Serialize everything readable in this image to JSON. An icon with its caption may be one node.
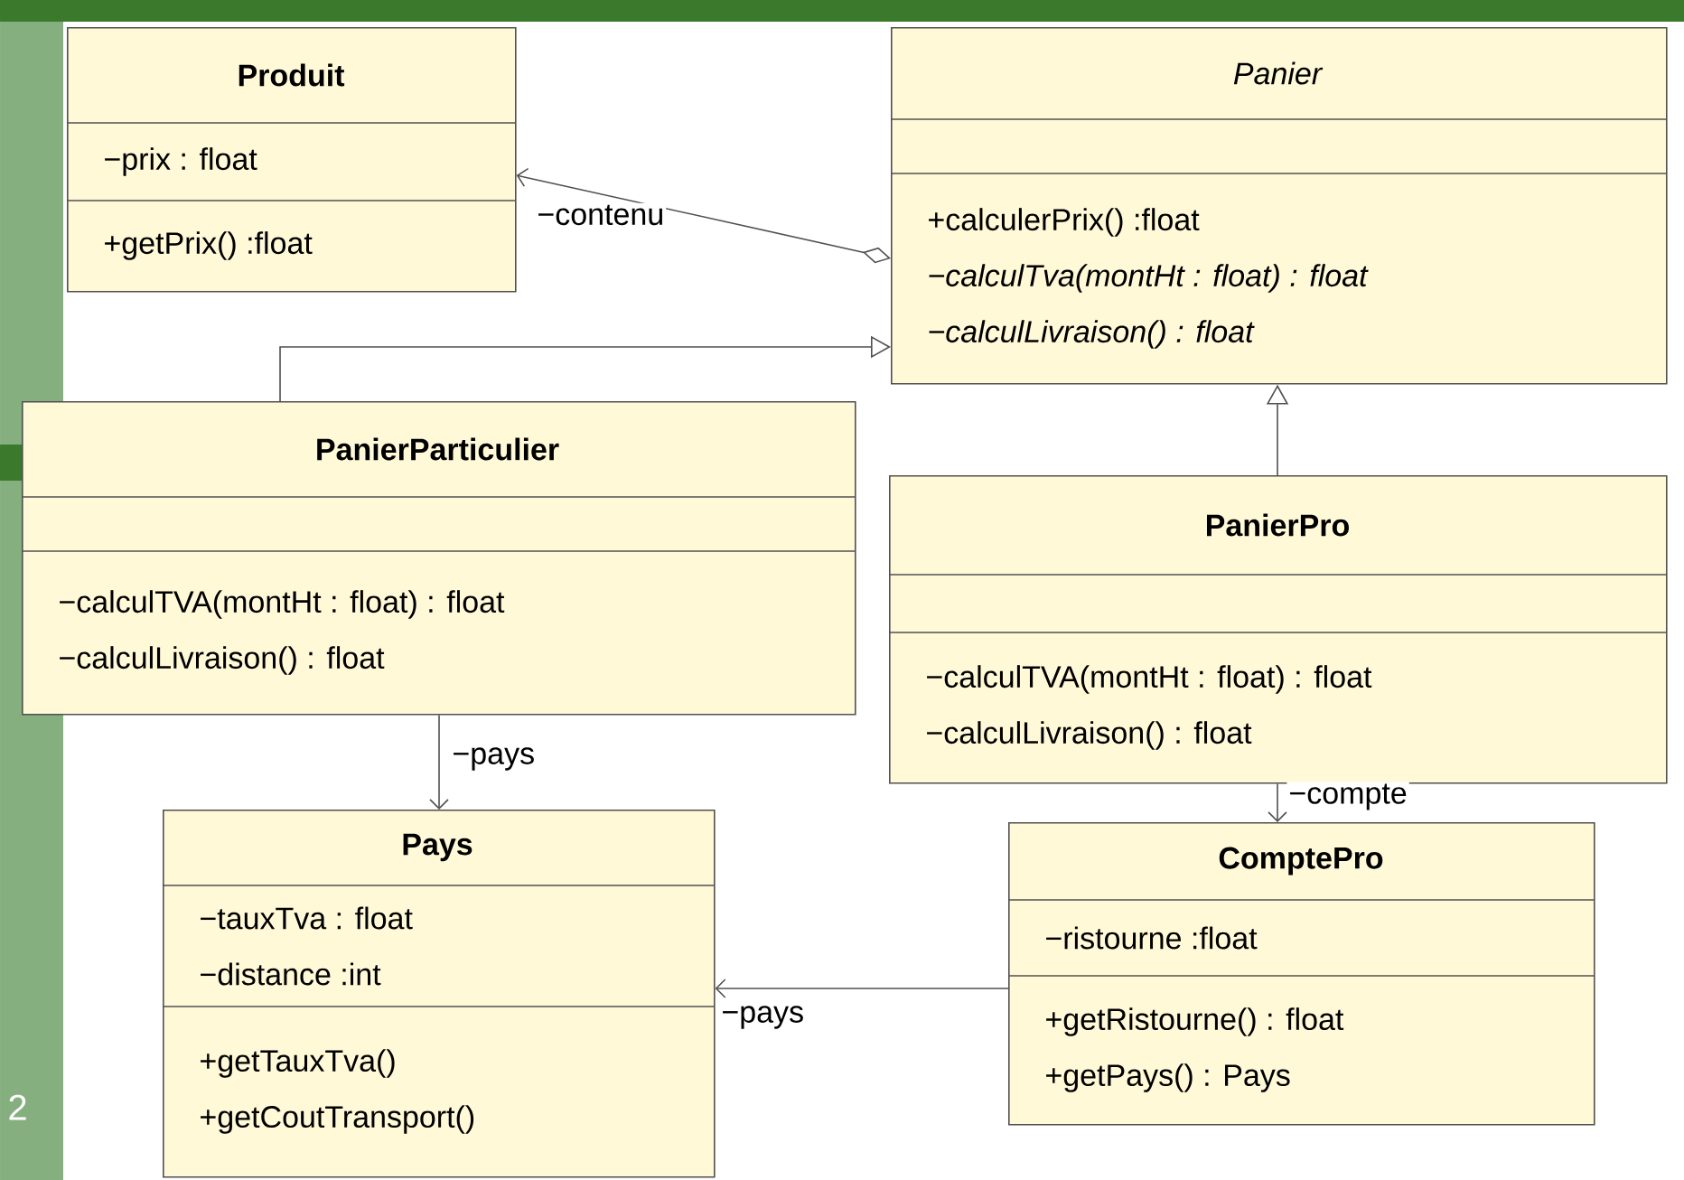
{
  "diagram": {
    "nodes": [
      {
        "text": [
          "Produit",
          "−prix : float",
          "+getPrix() :float"
        ]
      },
      {
        "text": [
          "Panier",
          "+calculerPrix() :float",
          "−calculTva(montHt : float) : float",
          "−calculLivraison() : float"
        ]
      },
      {
        "text": [
          "PanierParticulier",
          "−calculTVA(montHt : float) : float",
          "−calculLivraison() : float"
        ]
      },
      {
        "text": [
          "PanierPro",
          "−calculTVA(montHt : float) : float",
          "−calculLivraison() : float"
        ]
      },
      {
        "text": [
          "Pays",
          "−tauxTva : float",
          "−distance :int",
          "+getTauxTva()",
          "+getCoutTransport()"
        ]
      },
      {
        "text": [
          "ComptePro",
          "−ristourne :float",
          "+getRistourne() : float",
          "+getPays() : Pays"
        ]
      }
    ],
    "edges": [
      {
        "from": 1,
        "to": 0,
        "arrow": "to",
        "label": "−contenu"
      },
      {
        "from": 2,
        "to": 1,
        "arrow": "to"
      },
      {
        "from": 3,
        "to": 1,
        "arrow": "to"
      },
      {
        "from": 2,
        "to": 4,
        "arrow": "to",
        "label": "−pays"
      },
      {
        "from": 3,
        "to": 5,
        "arrow": "to",
        "label": "−compte"
      },
      {
        "from": 5,
        "to": 4,
        "arrow": "to",
        "label": "−pays"
      }
    ],
    "labels": [
      "2"
    ]
  }
}
